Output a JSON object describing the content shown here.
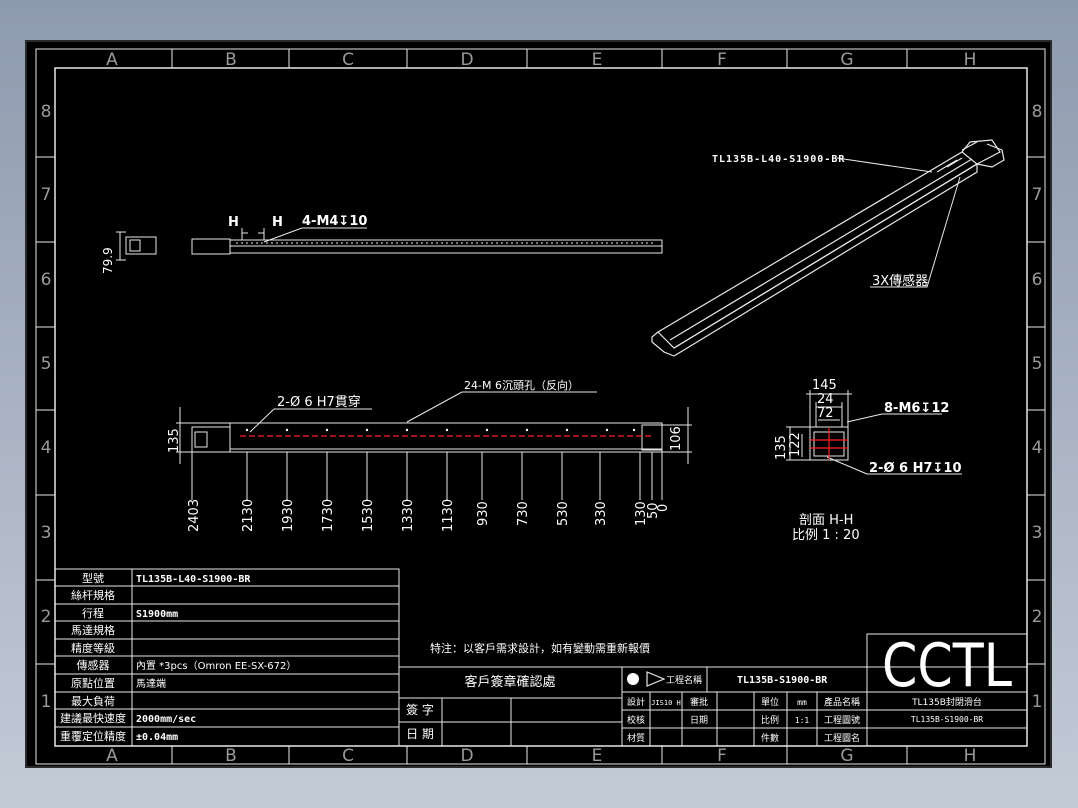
{
  "zones": {
    "columns": [
      "A",
      "B",
      "C",
      "D",
      "E",
      "F",
      "G",
      "H"
    ],
    "rows": [
      "8",
      "7",
      "6",
      "5",
      "4",
      "3",
      "2",
      "1"
    ]
  },
  "top_view": {
    "height_label": "79.9",
    "section_mark_left": "H",
    "section_mark_right": "H",
    "holes_callout": "4-M4↧10"
  },
  "iso_view": {
    "model_callout": "TL135B-L40-S1900-BR",
    "sensor_callout": "3X傳感器"
  },
  "front_view": {
    "pin_callout": "2-Ø 6 H7貫穿",
    "counterbore_callout": "24-M 6沉頭孔（反向）",
    "left_height": "135",
    "right_height": "106",
    "dims": [
      "2403",
      "2130",
      "1930",
      "1730",
      "1530",
      "1330",
      "1130",
      "930",
      "730",
      "530",
      "330",
      "130",
      "50",
      "0"
    ]
  },
  "section_view": {
    "dim_145": "145",
    "dim_24": "24",
    "dim_72": "72",
    "dim_135": "135",
    "dim_122": "122",
    "thread_callout": "8-M6↧12",
    "pin_callout": "2-Ø 6 H7↧10",
    "title": "剖面 H-H",
    "scale": "比例 1 : 20"
  },
  "spec_table": {
    "rows": [
      {
        "label": "型號",
        "value": "TL135B-L40-S1900-BR"
      },
      {
        "label": "絲杆規格",
        "value": ""
      },
      {
        "label": "行程",
        "value": "S1900mm"
      },
      {
        "label": "馬達規格",
        "value": ""
      },
      {
        "label": "精度等級",
        "value": ""
      },
      {
        "label": "傳感器",
        "value": "內置 *3pcs（Omron EE-SX-672）"
      },
      {
        "label": "原點位置",
        "value": "馬達端"
      },
      {
        "label": "最大負荷",
        "value": ""
      },
      {
        "label": "建議最快速度",
        "value": "2000mm/sec"
      },
      {
        "label": "重覆定位精度",
        "value": "±0.04mm"
      }
    ]
  },
  "note": "特注：以客戶需求設計，如有變動需重新報價",
  "confirm_box": {
    "title": "客戶簽章確認處",
    "sign_label": "簽 字",
    "date_label": "日 期"
  },
  "title_block": {
    "logo": "CCTL",
    "drawing_no_label": "工程名稱",
    "drawing_no": "TL135B-S1900-BR",
    "product_name": "TL135B封閉滑台",
    "product_code": "TL135B-S1900-BR",
    "cells": {
      "design": "設計",
      "designer": "JIS10 H",
      "review": "審批",
      "check": "校核",
      "date": "日期",
      "material": "材質",
      "unit": "單位",
      "unit_val": "mm",
      "scale": "比例",
      "scale_val": "1:1",
      "pieces": "件數",
      "prod_name_label": "產品名稱",
      "eng_no_label": "工程圖號",
      "eng_cat_label": "工程圖名"
    }
  },
  "colors": {
    "background_gradient_top": "#8e9aae",
    "sheet": "#000000",
    "line": "#e8e8e8",
    "accent_red": "#ff2020",
    "zone_text": "#9a9a9a"
  }
}
